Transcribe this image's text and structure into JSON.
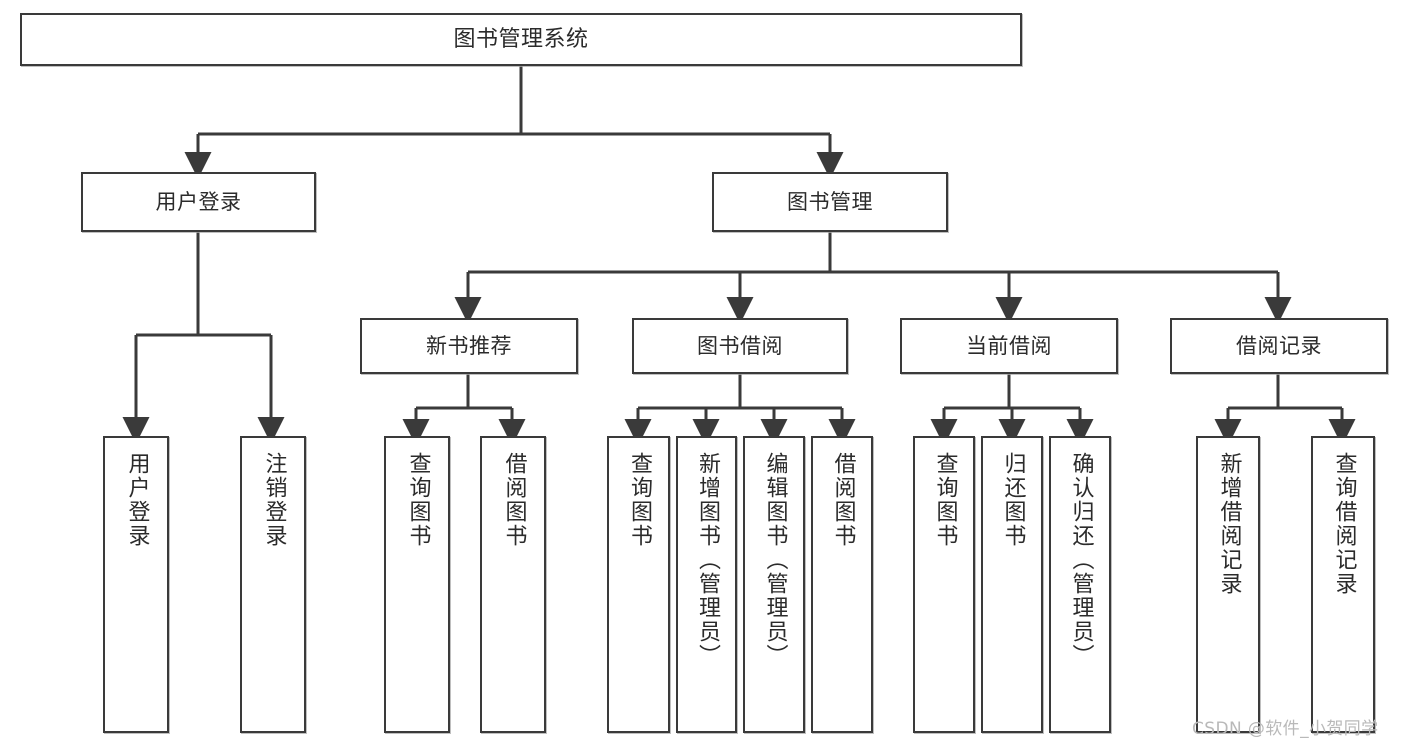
{
  "diagram": {
    "title": "图书管理系统",
    "type": "tree-hierarchy-chart",
    "orientation": "top-down",
    "colors": {
      "box_stroke": "#3a3a3a",
      "box_fill": "#ffffff",
      "edge_stroke": "#3a3a3a",
      "text": "#2b2b2b",
      "watermark": "#b9b9b9"
    },
    "watermark": "CSDN @软件_小贺同学",
    "nodes": {
      "root": {
        "label": "图书管理系统"
      },
      "level2": [
        {
          "label": "用户登录"
        },
        {
          "label": "图书管理"
        }
      ],
      "level3": [
        {
          "label": "新书推荐"
        },
        {
          "label": "图书借阅"
        },
        {
          "label": "当前借阅"
        },
        {
          "label": "借阅记录"
        }
      ],
      "leaves_user_login": [
        {
          "label": "用户登录"
        },
        {
          "label": "注销登录"
        }
      ],
      "leaves_new_book": [
        {
          "label": "查询图书"
        },
        {
          "label": "借阅图书"
        }
      ],
      "leaves_borrow": [
        {
          "label": "查询图书"
        },
        {
          "label": "新增图书（管理员）"
        },
        {
          "label": "编辑图书（管理员）"
        },
        {
          "label": "借阅图书"
        }
      ],
      "leaves_current": [
        {
          "label": "查询图书"
        },
        {
          "label": "归还图书"
        },
        {
          "label": "确认归还（管理员）"
        }
      ],
      "leaves_records": [
        {
          "label": "新增借阅记录"
        },
        {
          "label": "查询借阅记录"
        }
      ]
    }
  }
}
